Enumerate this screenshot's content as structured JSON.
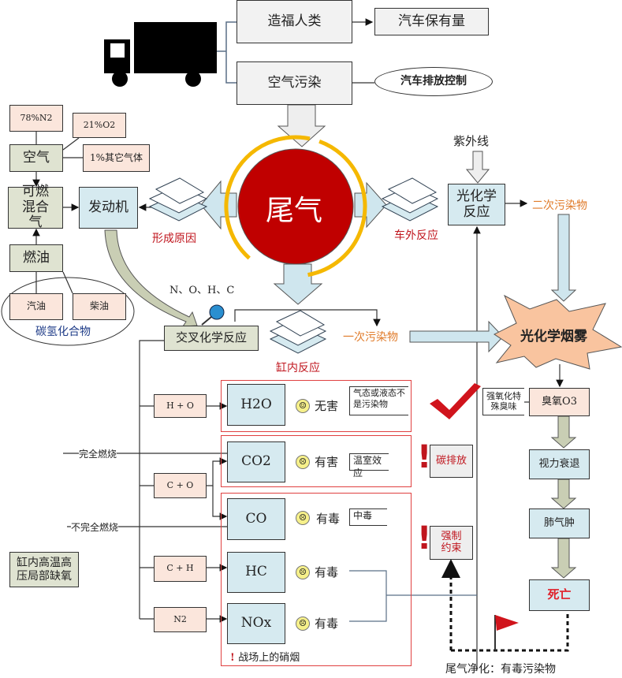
{
  "top": {
    "benefit": "造福人类",
    "car_count": "汽车保有量",
    "pollution": "空气污染",
    "control": "汽车排放控制"
  },
  "center": {
    "exhaust": "尾气",
    "formation": "形成原因",
    "outside": "车外反应",
    "inside": "缸内反应"
  },
  "left": {
    "n2": "78%N2",
    "o2": "21%O2",
    "other": "1%其它气体",
    "air": "空气",
    "mixture": "可燃混合气",
    "engine": "发动机",
    "fuel": "燃油",
    "gasoline": "汽油",
    "diesel": "柴油",
    "hydrocarbon": "碳氢化合物",
    "elements": "N、O、H、C",
    "cross": "交叉化学反应",
    "complete": "完全燃烧",
    "incomplete": "不完全燃烧",
    "condition": "缸内高温高压局部缺氧"
  },
  "reactants": [
    "H + O",
    "C + O",
    "C + H",
    "N2"
  ],
  "products": [
    {
      "name": "H2O",
      "mood": "smile",
      "effect": "无害",
      "note": "气态或液态不是污染物"
    },
    {
      "name": "CO2",
      "mood": "frown",
      "effect": "有害",
      "note": "温室效应"
    },
    {
      "name": "CO",
      "mood": "frown",
      "effect": "有毒",
      "note": "中毒"
    },
    {
      "name": "HC",
      "mood": "frown",
      "effect": "有毒"
    },
    {
      "name": "NOx",
      "mood": "frown",
      "effect": "有毒"
    }
  ],
  "battle": "战场上的硝烟",
  "primary": "一次污染物",
  "right": {
    "uv": "紫外线",
    "photo": "光化学反应",
    "secondary": "二次污染物",
    "smog": "光化学烟雾",
    "ozone": "臭氧O3",
    "ozone_note": "强氧化特殊臭味",
    "vision": "视力衰退",
    "emphysema": "肺气肿",
    "death": "死亡"
  },
  "alerts": {
    "carbon": "碳排放",
    "constraint": "强制约束"
  },
  "bottom": "尾气净化：有毒污染物",
  "colors": {
    "accent_red": "#c0161e",
    "orange": "#e07b2a",
    "circle": "#c00000",
    "ring": "#f5b800"
  }
}
